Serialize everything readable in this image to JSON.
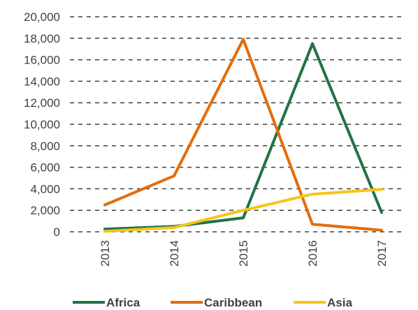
{
  "chart_data": {
    "type": "line",
    "categories": [
      "2013",
      "2014",
      "2015",
      "2016",
      "2017"
    ],
    "series": [
      {
        "name": "Africa",
        "color": "#217346",
        "values": [
          250,
          500,
          1300,
          17500,
          1800
        ]
      },
      {
        "name": "Caribbean",
        "color": "#E46C0A",
        "values": [
          2500,
          5200,
          17900,
          700,
          150
        ]
      },
      {
        "name": "Asia",
        "color": "#F5C518",
        "values": [
          50,
          400,
          2000,
          3500,
          3950
        ]
      }
    ],
    "y_ticks": [
      "0",
      "2,000",
      "4,000",
      "6,000",
      "8,000",
      "10,000",
      "12,000",
      "14,000",
      "16,000",
      "18,000",
      "20,000"
    ],
    "ylim": [
      0,
      20000
    ],
    "grid": true,
    "legend_position": "bottom"
  }
}
